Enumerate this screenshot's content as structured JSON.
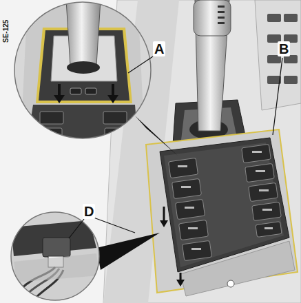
{
  "diagram": {
    "labels": [
      "SE-125",
      "A",
      "B",
      "D"
    ]
  }
}
